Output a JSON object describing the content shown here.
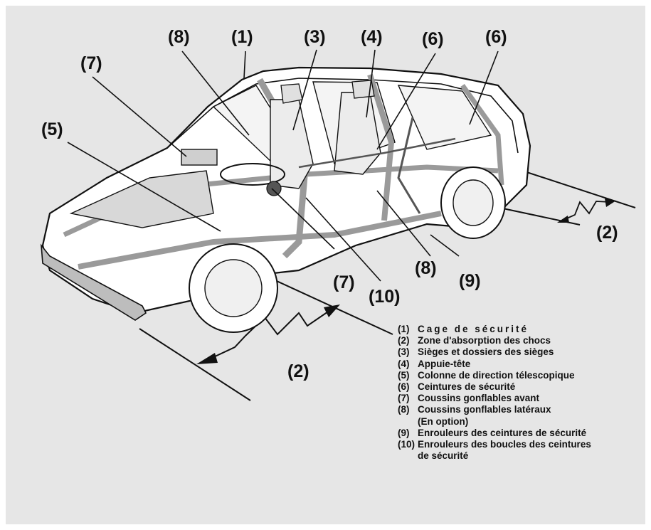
{
  "colors": {
    "panel": "#e6e6e6",
    "ink": "#111111",
    "car_fill": "#ffffff"
  },
  "callouts": [
    "(1)",
    "(2)",
    "(2)",
    "(3)",
    "(4)",
    "(5)",
    "(6)",
    "(6)",
    "(7)",
    "(7)",
    "(8)",
    "(8)",
    "(9)",
    "(10)"
  ],
  "legend": [
    {
      "num": "(1)",
      "text": "Cage de sécurité",
      "spaced": true
    },
    {
      "num": "(2)",
      "text": "Zone d'absorption des chocs"
    },
    {
      "num": "(3)",
      "text": "Sièges et dossiers des sièges"
    },
    {
      "num": "(4)",
      "text": "Appuie-tête"
    },
    {
      "num": "(5)",
      "text": "Colonne de direction télescopique"
    },
    {
      "num": "(6)",
      "text": "Ceintures de sécurité"
    },
    {
      "num": "(7)",
      "text": "Coussins gonflables avant"
    },
    {
      "num": "(8)",
      "text": "Coussins gonflables latéraux",
      "line2": "(En option)"
    },
    {
      "num": "(9)",
      "text": "Enrouleurs des ceintures de sécurité"
    },
    {
      "num": "(10)",
      "text": "Enrouleurs des boucles des ceintures",
      "line2": "de sécurité"
    }
  ]
}
